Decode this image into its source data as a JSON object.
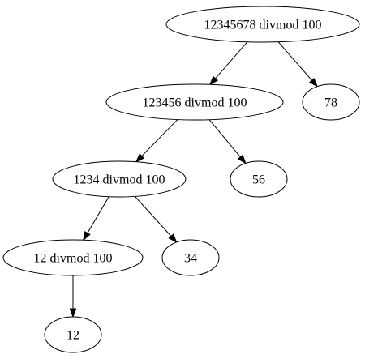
{
  "diagram": {
    "nodes": [
      {
        "id": "n1",
        "label": "12345678 divmod 100"
      },
      {
        "id": "n2",
        "label": "123456 divmod 100"
      },
      {
        "id": "n3",
        "label": "78"
      },
      {
        "id": "n4",
        "label": "1234 divmod 100"
      },
      {
        "id": "n5",
        "label": "56"
      },
      {
        "id": "n6",
        "label": "12 divmod 100"
      },
      {
        "id": "n7",
        "label": "34"
      },
      {
        "id": "n8",
        "label": "12"
      }
    ],
    "edges": [
      {
        "from": "n1",
        "to": "n2"
      },
      {
        "from": "n1",
        "to": "n3"
      },
      {
        "from": "n2",
        "to": "n4"
      },
      {
        "from": "n2",
        "to": "n5"
      },
      {
        "from": "n4",
        "to": "n6"
      },
      {
        "from": "n4",
        "to": "n7"
      },
      {
        "from": "n6",
        "to": "n8"
      }
    ],
    "colors": {
      "stroke": "#000000",
      "fill": "#ffffff",
      "text": "#000000"
    }
  }
}
